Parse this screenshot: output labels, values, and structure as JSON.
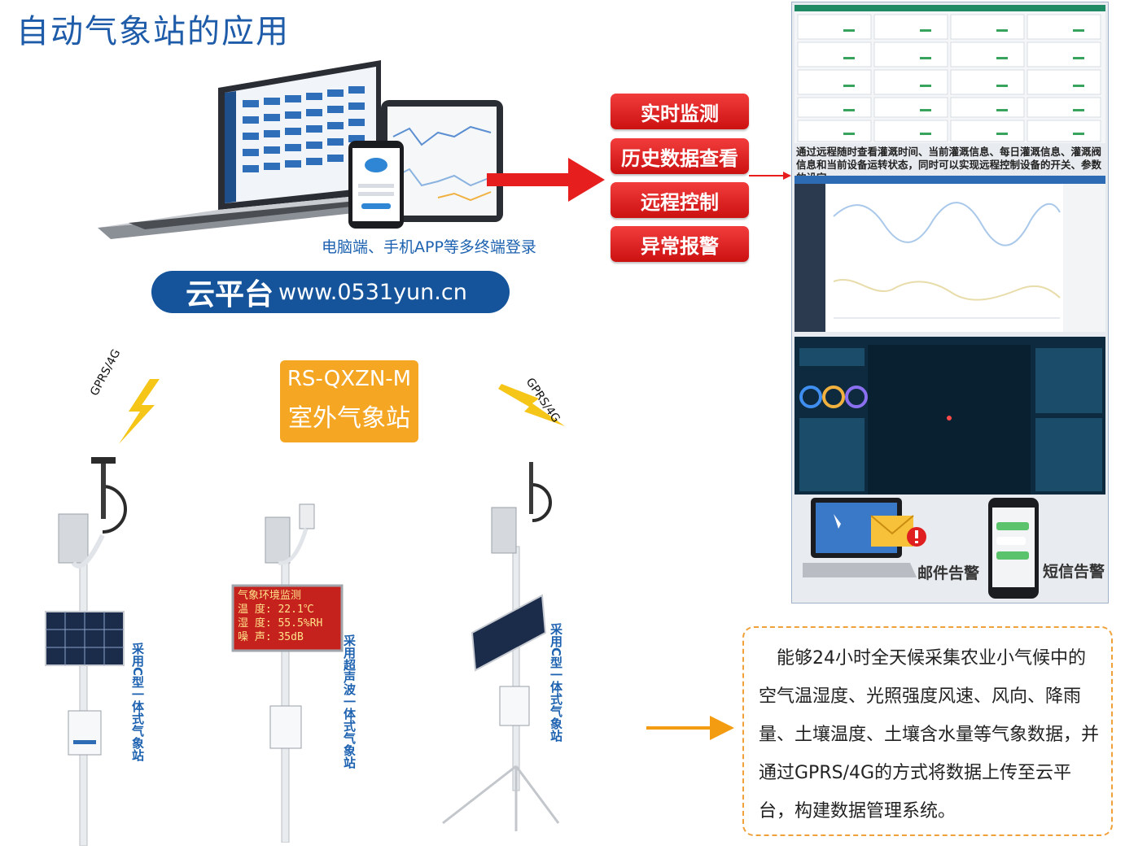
{
  "title": "自动气象站的应用",
  "device_caption": "电脑端、手机APP等多终端登录",
  "cloud": {
    "name": "云平台",
    "url": "www.0531yun.cn"
  },
  "features": [
    "实时监测",
    "历史数据查看",
    "远程控制",
    "异常报警"
  ],
  "panel_description": "通过远程随时查看灌溉时间、当前灌溉信息、每日灌溉信息、灌溉阀信息和当前设备运转状态，同时可以实现远程控制设备的开关、参数的设定。",
  "alerts": {
    "email": "邮件告警",
    "sms": "短信告警"
  },
  "product": {
    "model": "RS-QXZN-M",
    "name": "室外气象站"
  },
  "network_label": "GPRS/4G",
  "stations": [
    {
      "label": "采用C型一体式气象站"
    },
    {
      "label": "采用超声波一体式气象站"
    },
    {
      "label": "采用C型一体式气象站"
    }
  ],
  "led_display": {
    "title": "气象环境监测",
    "row1": "温 度: 22.1℃",
    "row2": "湿 度: 55.5%RH",
    "row3": "噪 声: 35dB"
  },
  "info_text": "能够24小时全天候采集农业小气候中的空气温湿度、光照强度风速、风向、降雨量、土壤温度、土壤含水量等气象数据，并通过GPRS/4G的方式将数据上传至云平台，构建数据管理系统。",
  "colors": {
    "brand_blue": "#15549b",
    "alert_red": "#e02020",
    "orange": "#f5a623",
    "arrow_orange": "#f39c12"
  }
}
